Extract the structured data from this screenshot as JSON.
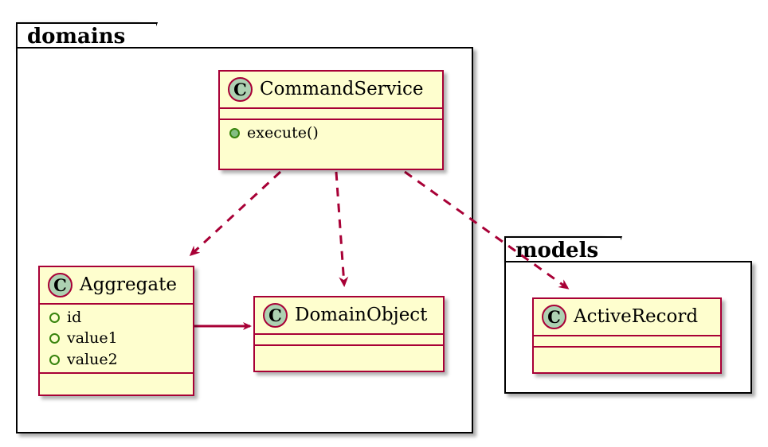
{
  "diagram": {
    "type": "uml-class-diagram",
    "background": "#ffffff",
    "palette": {
      "class_fill": "#FEFECE",
      "class_border": "#A80036",
      "badge_fill": "#ADD1B2",
      "arrow": "#A80036",
      "package_border": "#000000",
      "package_fill": "#ffffff",
      "visibility_green": "#38840E"
    }
  },
  "packages": [
    {
      "id": "domains",
      "label": "domains"
    },
    {
      "id": "models",
      "label": "models"
    }
  ],
  "classes": [
    {
      "id": "CommandService",
      "name": "CommandService",
      "badge": "C",
      "package": "domains",
      "attributes": [],
      "methods": [
        {
          "name": "execute()",
          "visibility": "public",
          "marker": "public-dot-icon"
        }
      ]
    },
    {
      "id": "Aggregate",
      "name": "Aggregate",
      "badge": "C",
      "package": "domains",
      "attributes": [
        {
          "name": "id",
          "visibility": "package",
          "marker": "package-ring-icon"
        },
        {
          "name": "value1",
          "visibility": "package",
          "marker": "package-ring-icon"
        },
        {
          "name": "value2",
          "visibility": "package",
          "marker": "package-ring-icon"
        }
      ],
      "methods": []
    },
    {
      "id": "DomainObject",
      "name": "DomainObject",
      "badge": "C",
      "package": "domains",
      "attributes": [],
      "methods": []
    },
    {
      "id": "ActiveRecord",
      "name": "ActiveRecord",
      "badge": "C",
      "package": "models",
      "attributes": [],
      "methods": []
    }
  ],
  "relations": [
    {
      "id": "rel-cs-aggregate",
      "from": "CommandService",
      "to": "Aggregate",
      "style": "dashed",
      "arrow": "open-filled",
      "label": ""
    },
    {
      "id": "rel-cs-domainobject",
      "from": "CommandService",
      "to": "DomainObject",
      "style": "dashed",
      "arrow": "open-filled",
      "label": ""
    },
    {
      "id": "rel-cs-activerecord",
      "from": "CommandService",
      "to": "ActiveRecord",
      "style": "dashed",
      "arrow": "open-filled",
      "label": ""
    },
    {
      "id": "rel-aggregate-domainobject",
      "from": "Aggregate",
      "to": "DomainObject",
      "style": "solid",
      "arrow": "filled",
      "label": ""
    }
  ]
}
